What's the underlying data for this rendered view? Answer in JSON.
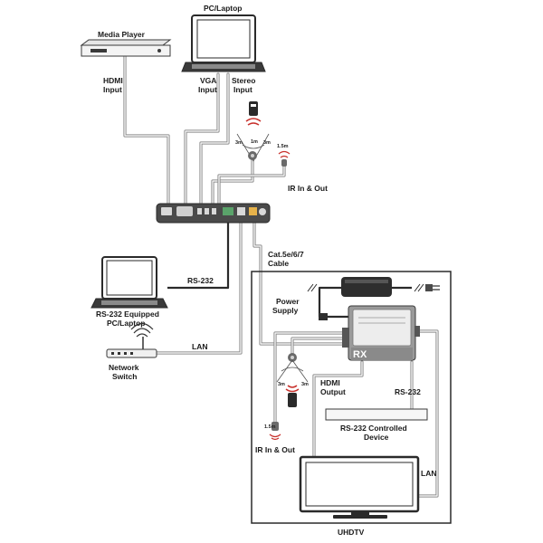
{
  "labels": {
    "pc_laptop_top": "PC/Laptop",
    "media_player": "Media Player",
    "hdmi_input_1": "HDMI",
    "hdmi_input_2": "Input",
    "vga_input_1": "VGA",
    "vga_input_2": "Input",
    "stereo_input_1": "Stereo",
    "stereo_input_2": "Input",
    "ir_in_out_top": "IR In & Out",
    "ir_distance_top": "1.5m",
    "ir_3m_left": "3m",
    "ir_3m_right": "3m",
    "ir_1m": "1m",
    "cat_cable_1": "Cat.5e/6/7",
    "cat_cable_2": "Cable",
    "rs232_line": "RS-232",
    "rs232_pc_1": "RS-232 Equipped",
    "rs232_pc_2": "PC/Laptop",
    "lan_left": "LAN",
    "network_switch_1": "Network",
    "network_switch_2": "Switch",
    "power_supply_1": "Power",
    "power_supply_2": "Supply",
    "rx": "RX",
    "hdmi_output_1": "HDMI",
    "hdmi_output_2": "Output",
    "rs232_rx": "RS-232",
    "rs232_device_1": "RS-232 Controlled",
    "rs232_device_2": "Device",
    "ir_in_out_bottom": "IR In & Out",
    "ir_distance_bottom": "1.5m",
    "ir_3m_bottom_left": "3m",
    "ir_3m_bottom_right": "3m",
    "lan_right": "LAN",
    "uhdtv": "UHDTV"
  },
  "colors": {
    "cable": "#8c8c8c",
    "device_dark": "#4a4a4a",
    "device_mid": "#9a9a9a",
    "ir_red": "#c8322d",
    "line": "#2a2a2a"
  }
}
